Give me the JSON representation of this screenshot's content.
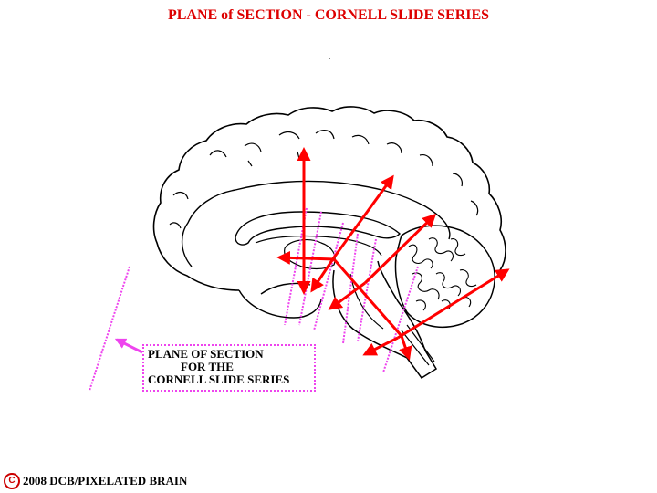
{
  "title": "PLANE of SECTION - CORNELL SLIDE SERIES",
  "label": {
    "line1": "PLANE OF SECTION",
    "line2": "FOR THE",
    "line3": "CORNELL SLIDE SERIES"
  },
  "copyright": {
    "symbol": "C",
    "text": "2008  DCB/PIXELATED BRAIN"
  },
  "colors": {
    "title": "#dd0000",
    "arrows": "#ff0000",
    "plane_lines": "#ee44ee",
    "label_border": "#ee44ee",
    "outline": "#000000"
  },
  "icons": [
    "copyright-icon",
    "pointer-arrow-icon"
  ]
}
